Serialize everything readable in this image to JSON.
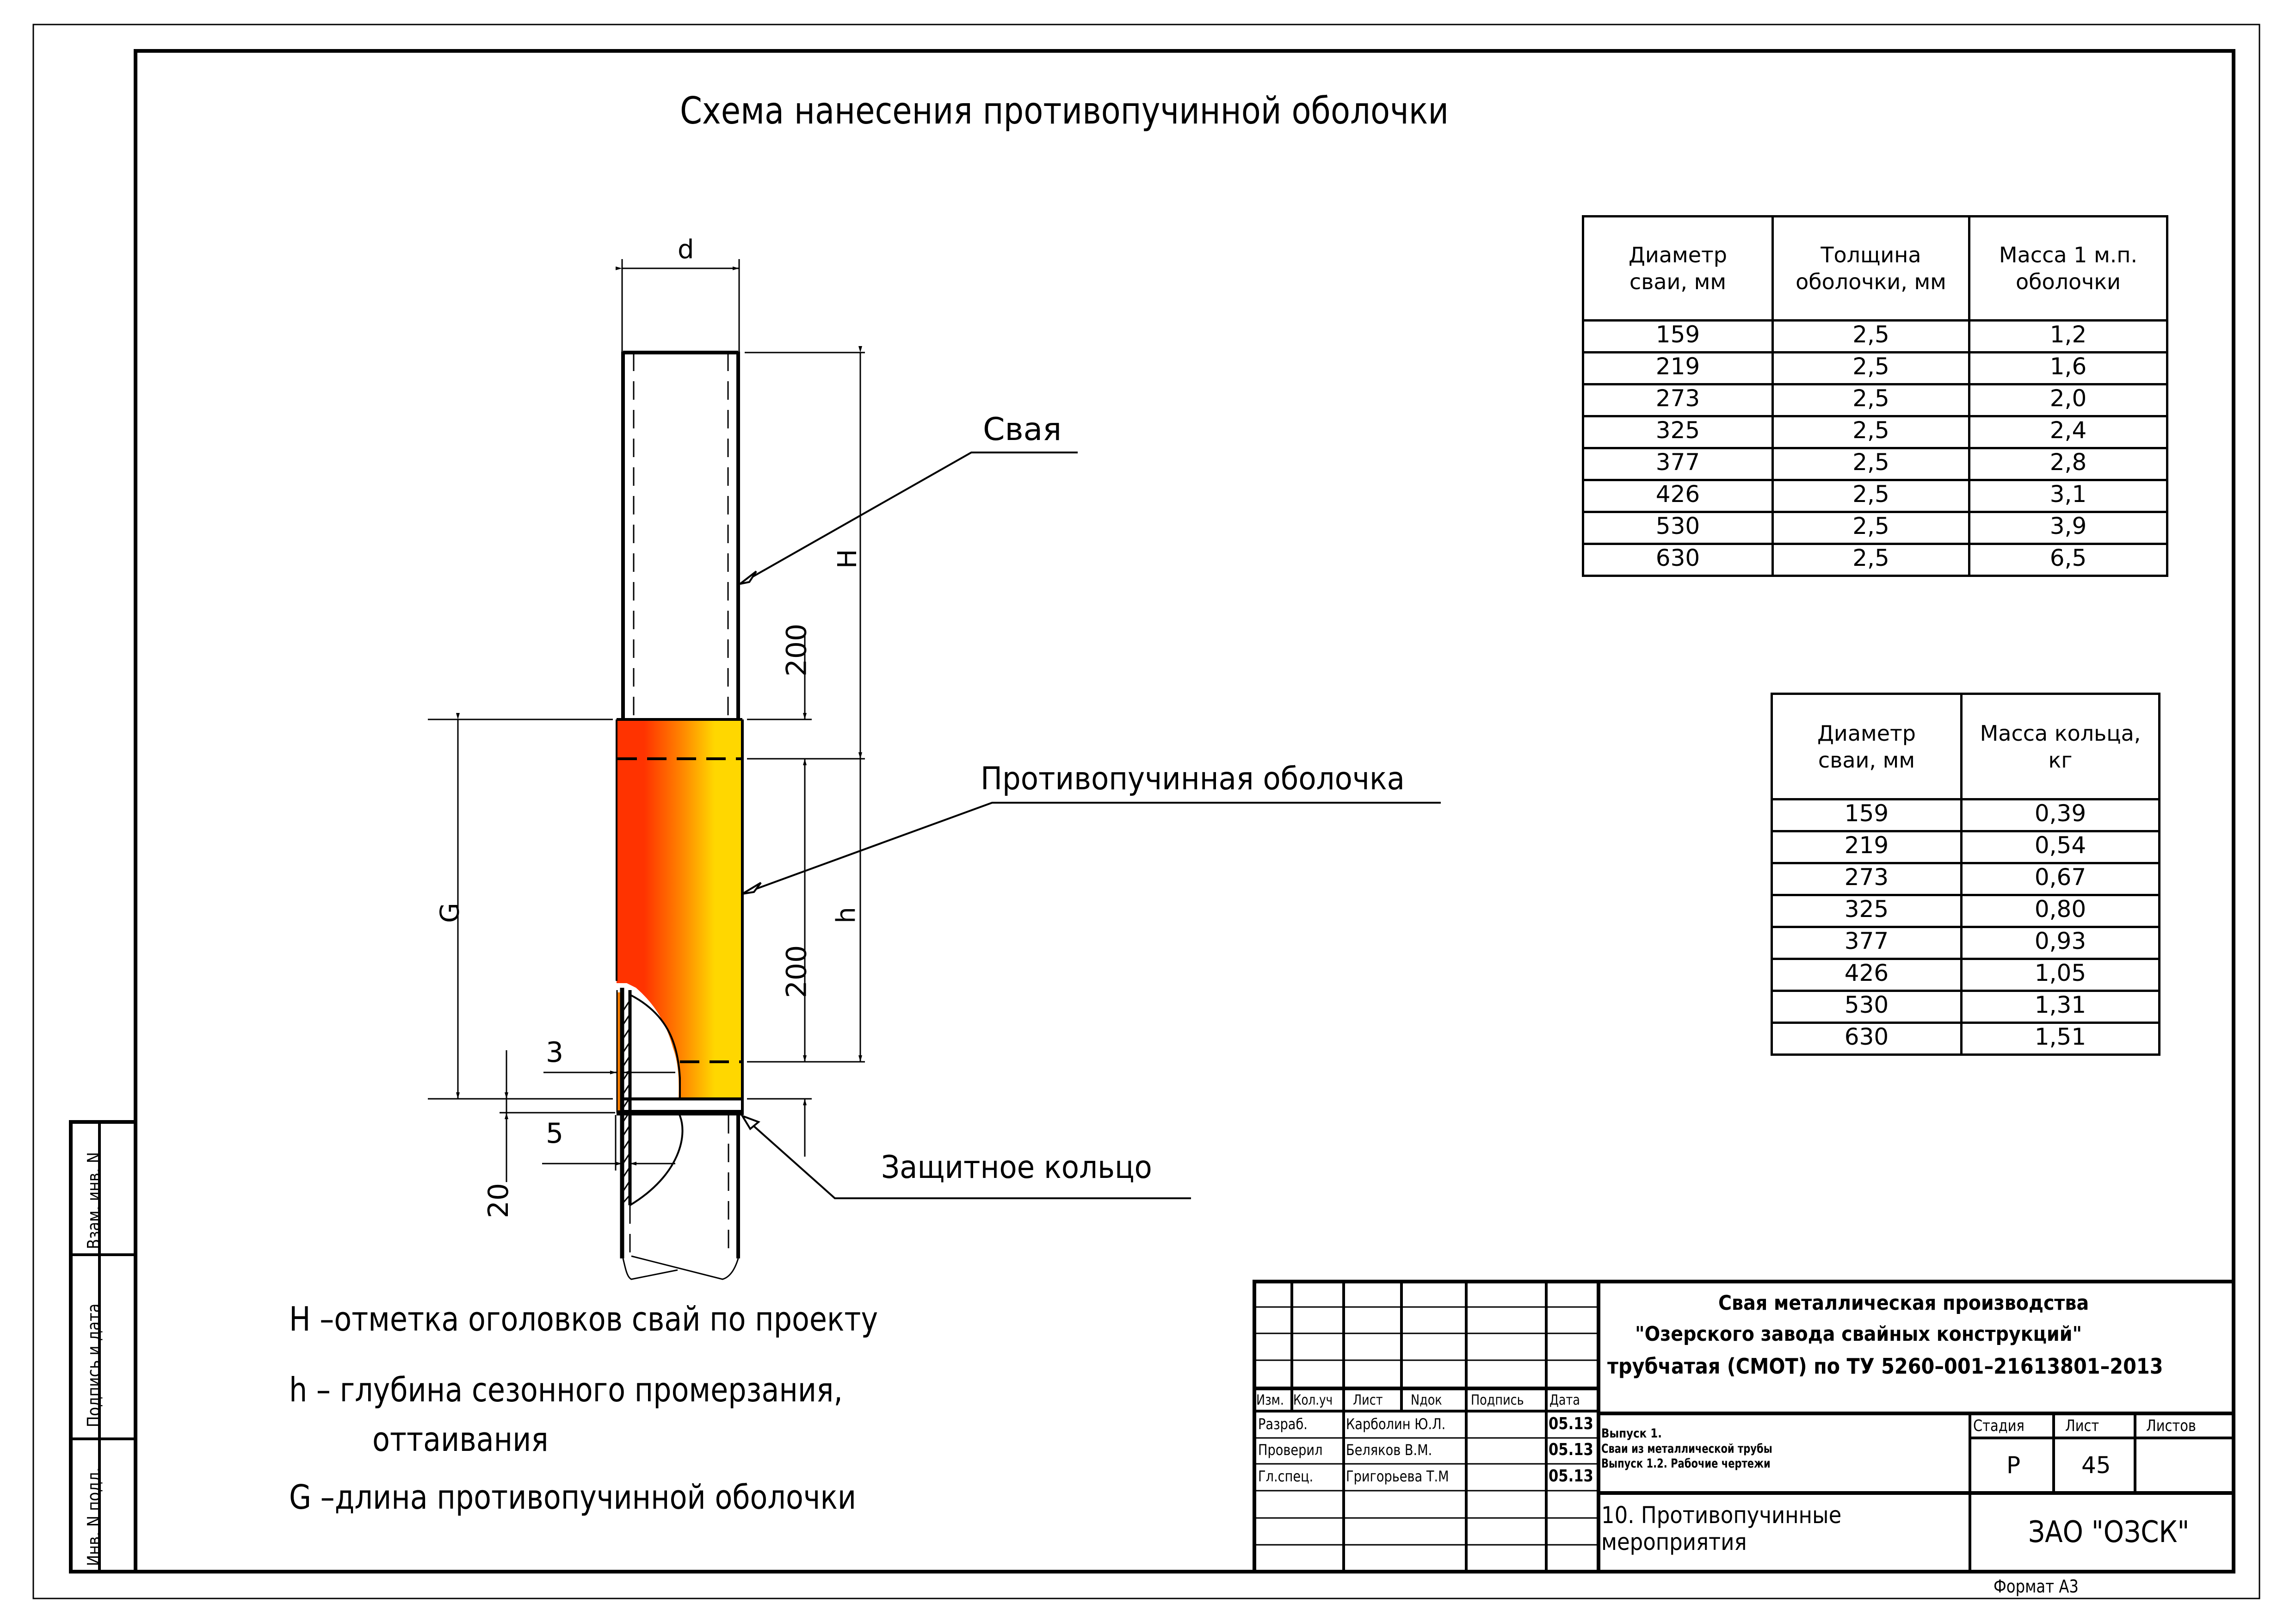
{
  "title": "Схема нанесения противопучинной оболочки",
  "drawing": {
    "dim_d": "d",
    "dim_H": "H",
    "dim_h": "h",
    "dim_G": "G",
    "dim_200_top": "200",
    "dim_200_bottom": "200",
    "dim_3": "3",
    "dim_5": "5",
    "dim_20": "20",
    "callout_pile": "Свая",
    "callout_shell": "Противопучинная оболочка",
    "callout_ring": "Защитное кольцо",
    "shell_colors": [
      "#FF3300",
      "#FF8000",
      "#FFD700"
    ]
  },
  "legend": {
    "H": "H –отметка оголовков свай по проекту",
    "h_line1": "h –  глубина сезонного промерзания,",
    "h_line2": "оттаивания",
    "G": "G –длина противопучинной оболочки"
  },
  "table_shell": {
    "headers": [
      "Диаметр\nсваи, мм",
      "Толщина\nоболочки, мм",
      "Масса 1  м.п.\nоболочки"
    ],
    "header_lines": [
      [
        "Диаметр",
        "сваи,  мм"
      ],
      [
        "Толщина",
        "оболочки,  мм"
      ],
      [
        "Масса 1  м.п.",
        "оболочки"
      ]
    ],
    "rows": [
      [
        "159",
        "2,5",
        "1,2"
      ],
      [
        "219",
        "2,5",
        "1,6"
      ],
      [
        "273",
        "2,5",
        "2,0"
      ],
      [
        "325",
        "2,5",
        "2,4"
      ],
      [
        "377",
        "2,5",
        "2,8"
      ],
      [
        "426",
        "2,5",
        "3,1"
      ],
      [
        "530",
        "2,5",
        "3,9"
      ],
      [
        "630",
        "2,5",
        "6,5"
      ]
    ]
  },
  "table_ring": {
    "header_lines": [
      [
        "Диаметр",
        "сваи,  мм"
      ],
      [
        "Масса  кольца,",
        "кг"
      ]
    ],
    "rows": [
      [
        "159",
        "0,39"
      ],
      [
        "219",
        "0,54"
      ],
      [
        "273",
        "0,67"
      ],
      [
        "325",
        "0,80"
      ],
      [
        "377",
        "0,93"
      ],
      [
        "426",
        "1,05"
      ],
      [
        "530",
        "1,31"
      ],
      [
        "630",
        "1,51"
      ]
    ]
  },
  "side_stamp": {
    "vzam_inv": "Взам. инв. N",
    "podpis_data": "Подпись и дата",
    "inv_podl": "Инв. N подл."
  },
  "title_block": {
    "doc_title_line1": "Свая металлическая производства",
    "doc_title_line2": "\"Озерского завода свайных   конструкций\"",
    "doc_title_line3": "трубчатая (СМОТ)  по ТУ 5260–001–21613801–2013",
    "header_cols": [
      "Изм.",
      "Кол.уч",
      "Лист",
      "Nдок",
      "Подпись",
      "Дата"
    ],
    "signers": [
      {
        "role": "Разраб.",
        "name": "Карболин  Ю.Л.",
        "date": "05.13"
      },
      {
        "role": "Проверил",
        "name": "Беляков  В.М.",
        "date": "05.13"
      },
      {
        "role": "Гл.спец.",
        "name": "Григорьева  Т.М",
        "date": "05.13"
      }
    ],
    "issue_line1": "Выпуск 1.",
    "issue_line2": "Сваи из металлической трубы",
    "issue_line3": "Выпуск 1.2.  Рабочие чертежи",
    "stage_label": "Стадия",
    "sheet_label": "Лист",
    "sheets_label": "Листов",
    "stage_value": "Р",
    "sheet_value": "45",
    "sheets_value": "",
    "section_line1": "10.  Противопучинные",
    "section_line2": "мероприятия",
    "company": "ЗАО  \"ОЗСК\"",
    "format": "Формат  А3"
  }
}
